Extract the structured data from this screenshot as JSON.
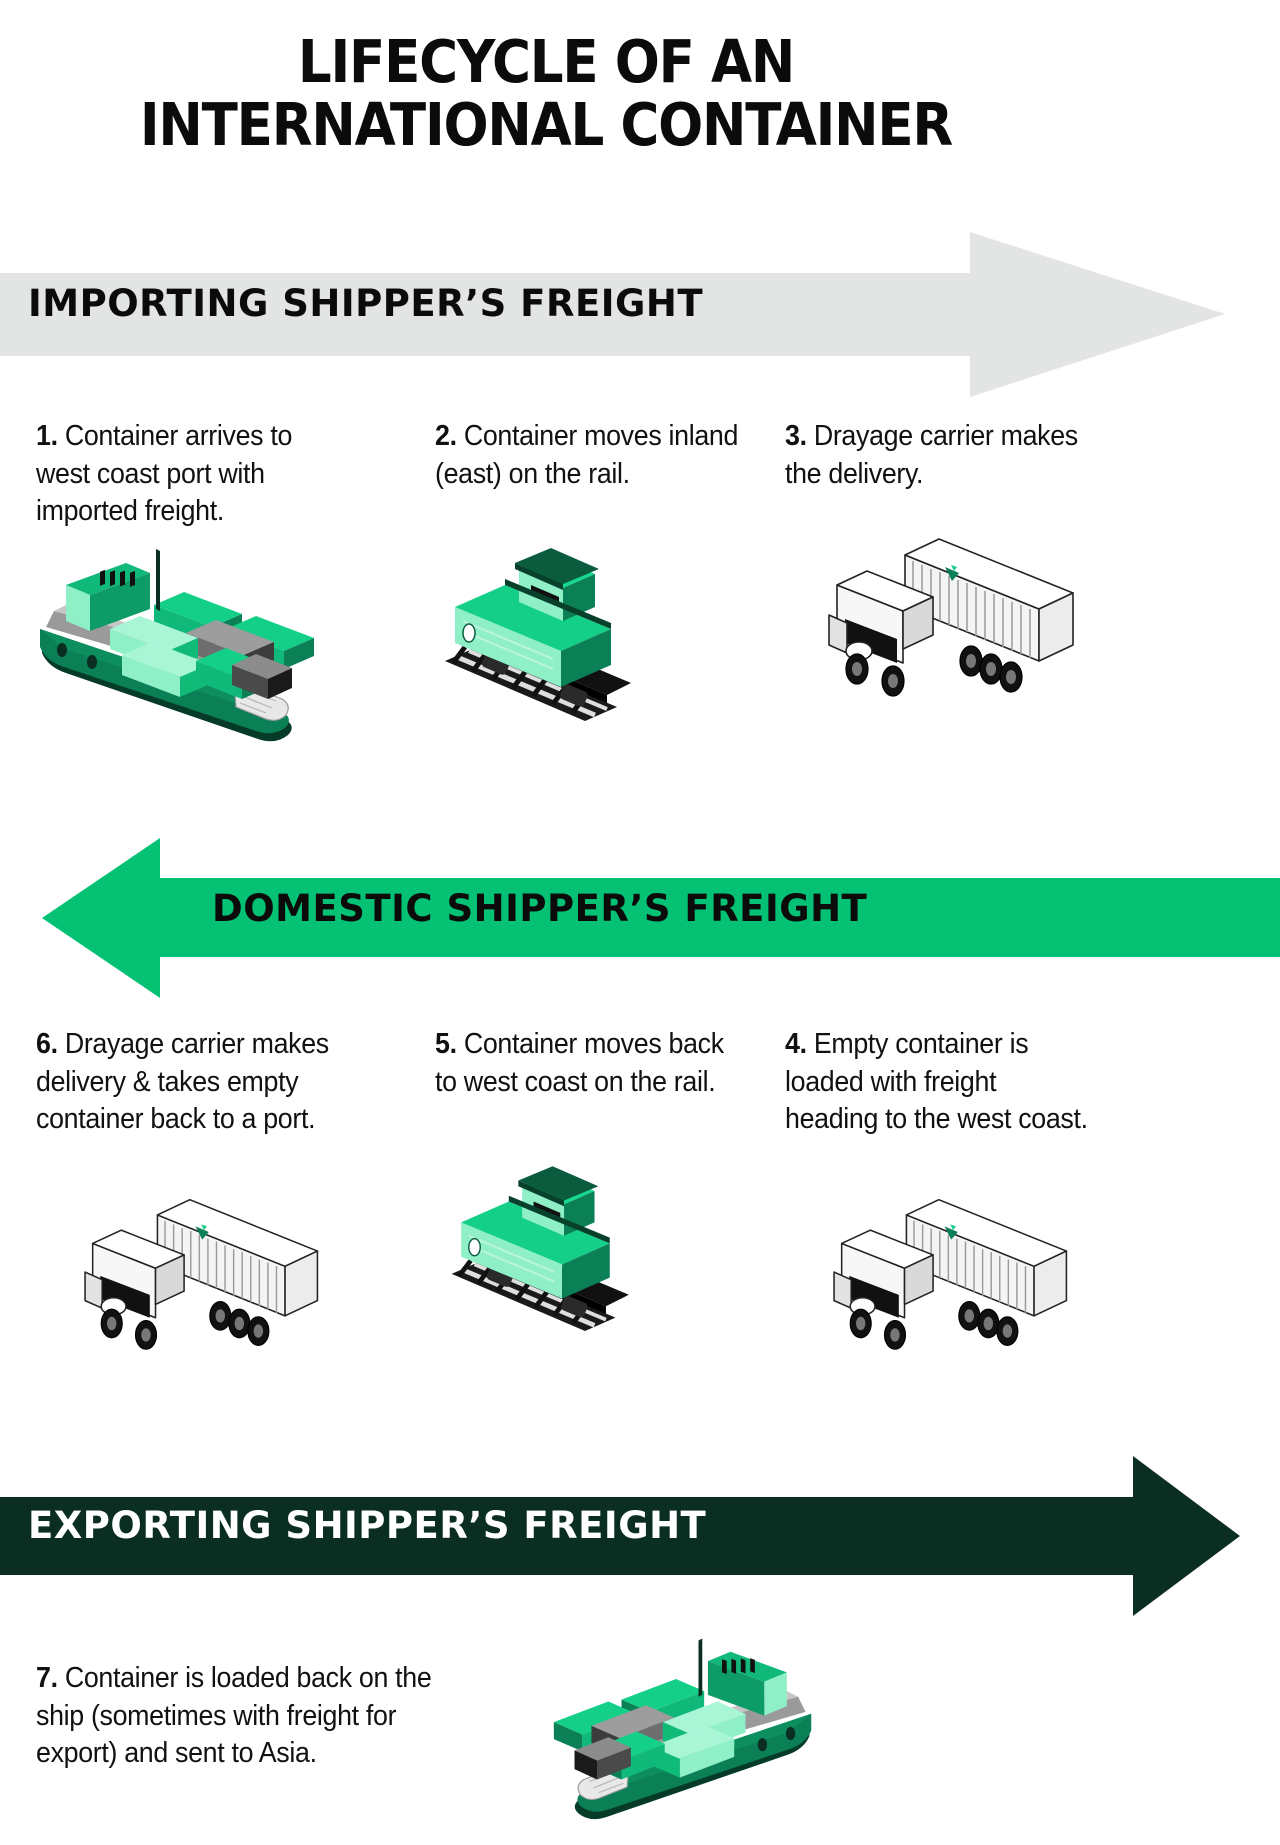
{
  "title": {
    "line1": "LIFECYCLE OF AN",
    "line2": "INTERNATIONAL CONTAINER"
  },
  "banners": {
    "importing": {
      "label": "IMPORTING SHIPPER’S FREIGHT",
      "color": "#e3e4e4",
      "text_color": "#0b0b0b",
      "direction": "right"
    },
    "domestic": {
      "label": "DOMESTIC SHIPPER’S FREIGHT",
      "color": "#04c174",
      "text_color": "#0b0b0b",
      "direction": "left"
    },
    "exporting": {
      "label": "EXPORTING SHIPPER’S FREIGHT",
      "color": "#0b2e22",
      "text_color": "#ffffff",
      "direction": "right"
    }
  },
  "steps": [
    {
      "id": "step1",
      "number": "1.",
      "text": "Container arrives to west coast port with imported freight.",
      "icon": "container-ship-icon"
    },
    {
      "id": "step2",
      "number": "2.",
      "text": "Container moves inland (east) on the rail.",
      "icon": "rail-locomotive-icon"
    },
    {
      "id": "step3",
      "number": "3.",
      "text": "Drayage carrier makes the delivery.",
      "icon": "drayage-truck-icon"
    },
    {
      "id": "step4",
      "number": "4.",
      "text": "Empty container is loaded with freight heading to the west coast.",
      "icon": "drayage-truck-icon"
    },
    {
      "id": "step5",
      "number": "5.",
      "text": "Container moves back to west coast on the rail.",
      "icon": "rail-locomotive-icon"
    },
    {
      "id": "step6",
      "number": "6.",
      "text": "Drayage carrier makes delivery & takes empty container back to a port.",
      "icon": "drayage-truck-icon"
    },
    {
      "id": "step7",
      "number": "7.",
      "text": "Container is loaded back on the ship (sometimes with freight for export) and sent to Asia.",
      "icon": "container-ship-icon"
    }
  ],
  "palette": {
    "green_bright": "#04c174",
    "green_mid": "#0fbb77",
    "green_light": "#8ff0c8",
    "green_dark": "#046b46",
    "green_deep": "#0b2e22",
    "grey_banner": "#e3e4e4",
    "grey_mid": "#8c8c8c",
    "grey_dark": "#4a4a4a",
    "black": "#111111",
    "white": "#ffffff"
  }
}
